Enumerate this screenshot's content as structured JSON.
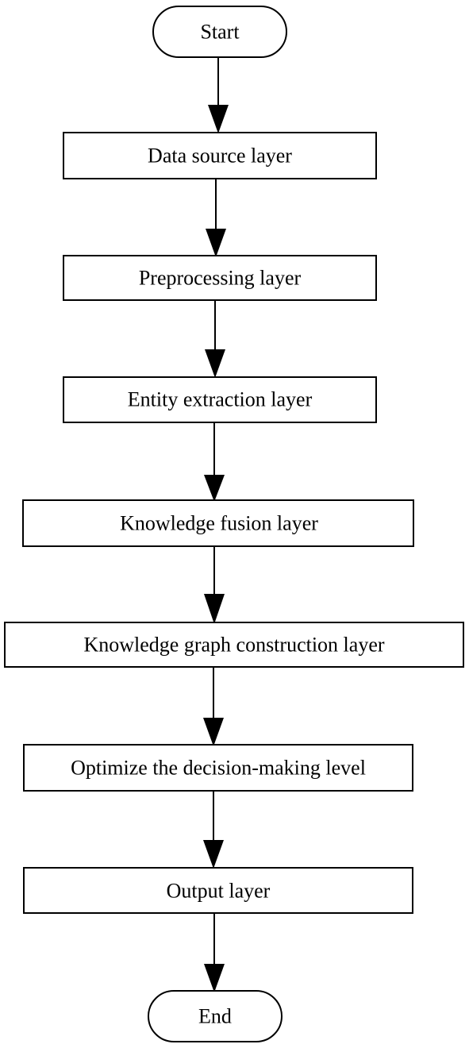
{
  "flowchart": {
    "start_label": "Start",
    "end_label": "End",
    "steps": [
      {
        "label": "Data source layer"
      },
      {
        "label": "Preprocessing layer"
      },
      {
        "label": "Entity extraction layer"
      },
      {
        "label": "Knowledge fusion layer"
      },
      {
        "label": "Knowledge graph construction layer"
      },
      {
        "label": "Optimize the decision-making level"
      },
      {
        "label": "Output layer"
      }
    ]
  }
}
